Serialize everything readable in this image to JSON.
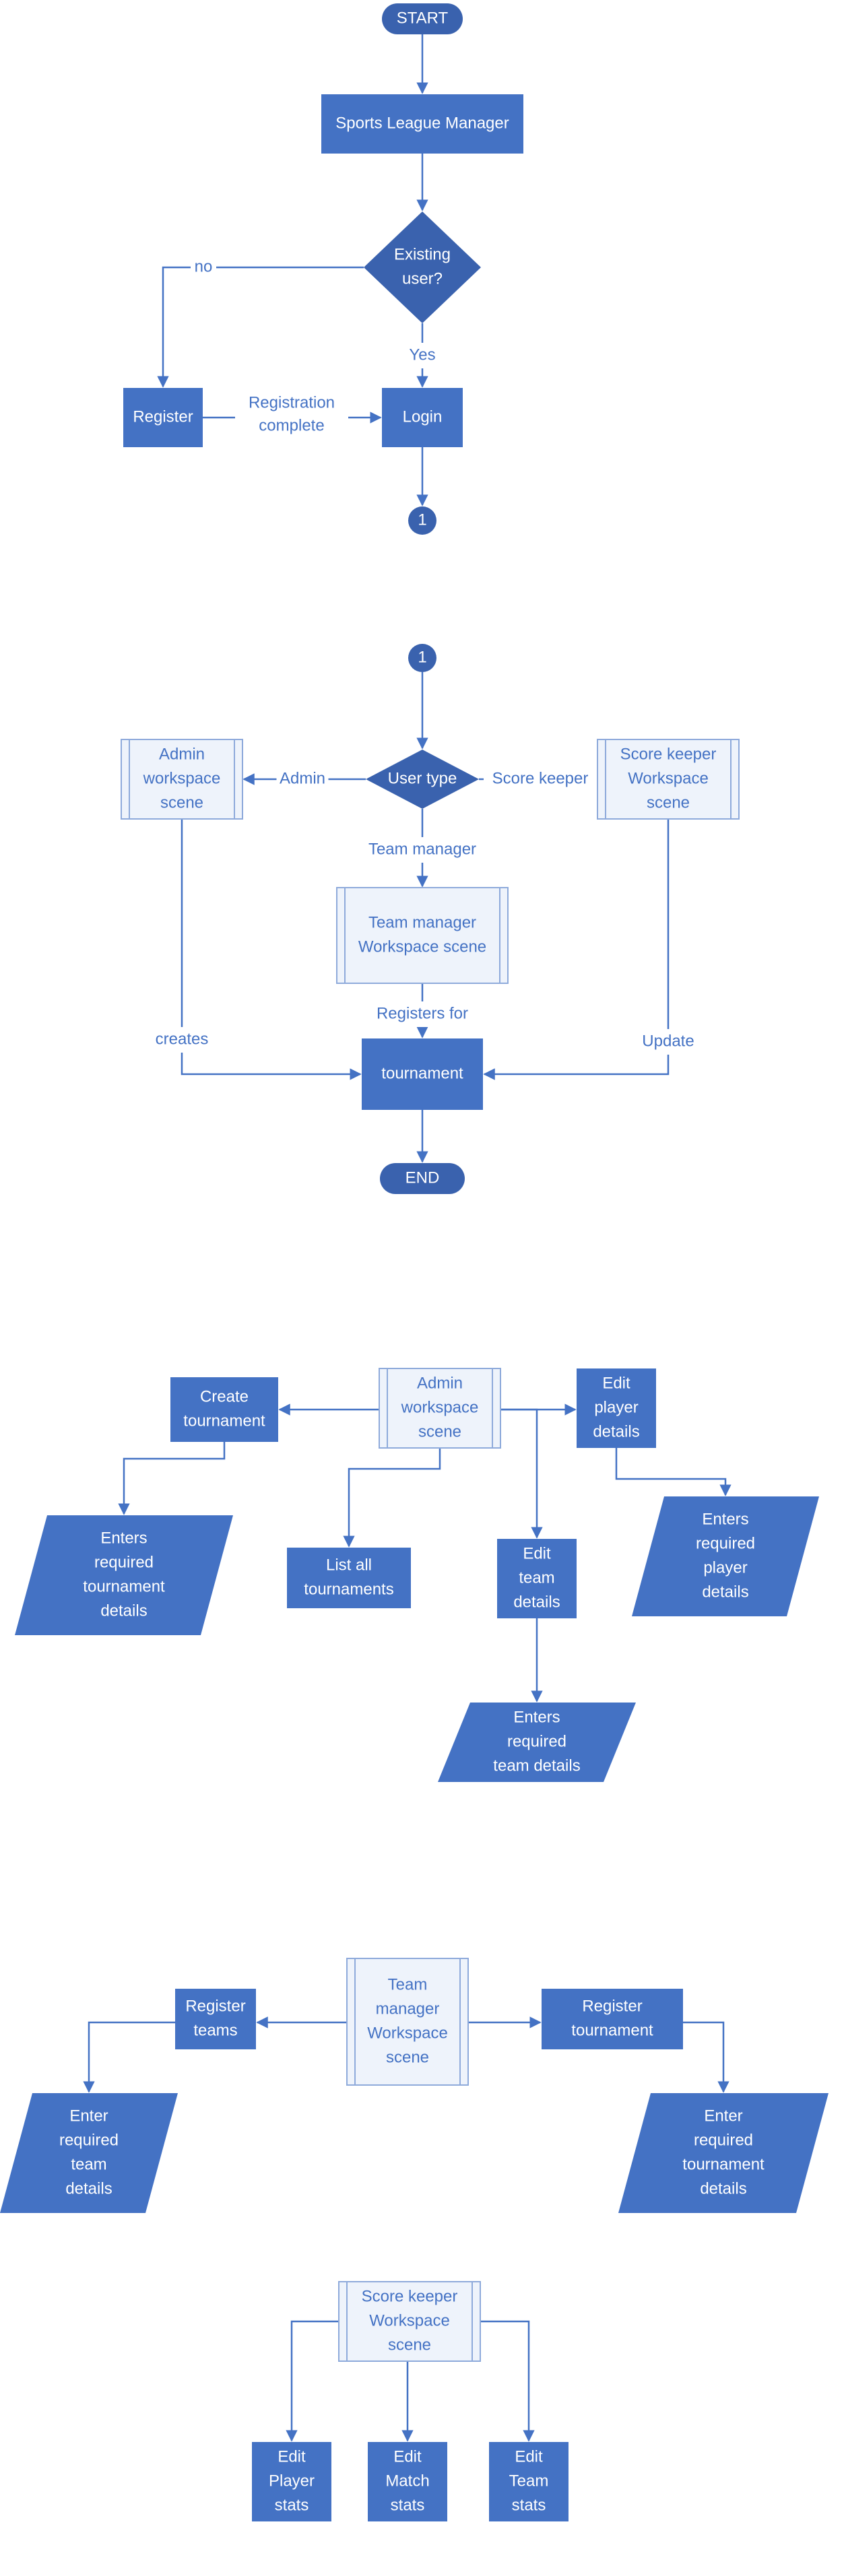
{
  "flow1": {
    "start": "START",
    "app": "Sports League Manager",
    "decision": [
      "Existing",
      "user?"
    ],
    "edge_no": "no",
    "edge_yes": "Yes",
    "register": "Register",
    "edge_reg": [
      "Registration",
      "complete"
    ],
    "login": "Login",
    "connector": "1"
  },
  "flow2": {
    "connector": "1",
    "decision": "User type",
    "admin_scene": [
      "Admin",
      "workspace",
      "scene"
    ],
    "score_scene": [
      "Score keeper",
      "Workspace",
      "scene"
    ],
    "tm_scene": [
      "Team manager",
      "Workspace scene"
    ],
    "edge_admin": "Admin",
    "edge_score": "Score keeper",
    "edge_tm": "Team manager",
    "edge_creates": "creates",
    "edge_registers": "Registers for",
    "edge_update": "Update",
    "tournament": "tournament",
    "end": "END"
  },
  "flow3": {
    "admin_scene": [
      "Admin",
      "workspace",
      "scene"
    ],
    "create_tournament": [
      "Create",
      "tournament"
    ],
    "enters_tournament": [
      "Enters",
      "required",
      "tournament",
      "details"
    ],
    "list_tournaments": [
      "List all",
      "tournaments"
    ],
    "edit_team": [
      "Edit",
      "team",
      "details"
    ],
    "enters_team": [
      "Enters",
      "required",
      "team details"
    ],
    "edit_player": [
      "Edit",
      "player",
      "details"
    ],
    "enters_player": [
      "Enters",
      "required",
      "player",
      "details"
    ]
  },
  "flow4": {
    "tm_scene": [
      "Team",
      "manager",
      "Workspace",
      "scene"
    ],
    "register_teams": [
      "Register",
      "teams"
    ],
    "enter_team": [
      "Enter",
      "required",
      "team",
      "details"
    ],
    "register_tournament": [
      "Register",
      "tournament"
    ],
    "enter_tournament": [
      "Enter",
      "required",
      "tournament",
      "details"
    ]
  },
  "flow5": {
    "score_scene": [
      "Score keeper",
      "Workspace",
      "scene"
    ],
    "edit_player_stats": [
      "Edit",
      "Player",
      "stats"
    ],
    "edit_match_stats": [
      "Edit",
      "Match",
      "stats"
    ],
    "edit_team_stats": [
      "Edit",
      "Team",
      "stats"
    ]
  },
  "colors": {
    "box_fill": "#4472C4",
    "decision_fill": "#3A62AE",
    "line": "#4472C4",
    "text_on_fill": "#ffffff",
    "sub_fill": "#EEF3FB",
    "sub_stroke": "#8EAADB"
  }
}
